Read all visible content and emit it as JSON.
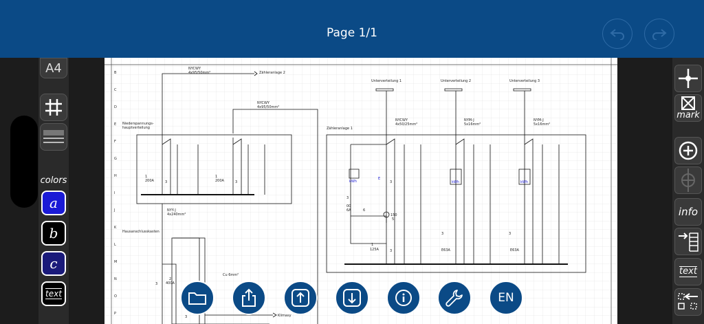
{
  "header": {
    "title": "Page 1/1",
    "undo_icon": "undo-arrow-icon",
    "redo_icon": "redo-arrow-icon"
  },
  "left_toolbar": {
    "page_size": "A4",
    "grid_icon": "grid-icon",
    "layout_icon": "page-layout-icon",
    "colors_label": "colors",
    "colors": [
      {
        "label": "a",
        "bg": "#1a1ad6",
        "border": "#ffffff"
      },
      {
        "label": "b",
        "bg": "#000000",
        "border": "#ffffff"
      },
      {
        "label": "c",
        "bg": "#1a1a7a",
        "border": "#ffffff"
      }
    ],
    "text_label": "text"
  },
  "right_toolbar": {
    "crosshair_icon": "crosshair-icon",
    "mark_label": "mark",
    "add_icon": "add-circle-icon",
    "component_icon": "component-icon",
    "info_label": "info",
    "import_icon": "import-list-icon",
    "text_label": "text",
    "swap_icon": "swap-icon"
  },
  "bottom_actions": [
    {
      "icon": "folder-icon"
    },
    {
      "icon": "share-icon"
    },
    {
      "icon": "upload-icon"
    },
    {
      "icon": "download-icon"
    },
    {
      "icon": "info-icon"
    },
    {
      "icon": "wrench-icon"
    },
    {
      "label": "EN"
    }
  ],
  "drawing": {
    "row_letters": [
      "B",
      "C",
      "D",
      "E",
      "F",
      "G",
      "H",
      "I",
      "J",
      "K",
      "L",
      "M",
      "N",
      "O",
      "P"
    ],
    "labels": {
      "nycwy1": "NYCWY",
      "nycwy1_size": "4x95/50mm²",
      "zaehler2": "Zähleranlage 2",
      "nycwy2": "NYCWY",
      "nycwy2_size": "4x95/50mm²",
      "nsp1": "Niederspannungs-",
      "nsp2": "hauptverteilung",
      "fuse1a": "1",
      "fuse1b": "200A",
      "fuse1c": "3",
      "fuse2a": "1",
      "fuse2b": "200A",
      "fuse2c": "3",
      "nyy": "NYY-J",
      "nyy_size": "4x240mm²",
      "hak": "Hausanschlusskasten",
      "fuse3a": "2",
      "fuse3b": "400A",
      "fuse3c": "3",
      "cu": "Cu 6mm²",
      "klima": "Klimasy",
      "uv1": "Unterverteilung 1",
      "uv2": "Unterverteilung 2",
      "uv3": "Unterverteilung 3",
      "nycwy3": "NYCWY",
      "nycwy3_size": "4x50/25mm²",
      "nymj1": "NYM-J",
      "nymj1_size": "5x16mm²",
      "nymj2": "NYM-J",
      "nymj2_size": "5x16mm²",
      "zaehler1": "Zähleranlage 1",
      "kwh1": "kWh",
      "kwh2": "kWh",
      "kwh3": "kWh",
      "ev": "E",
      "n3a": "3",
      "n3b": "3",
      "n00": "00",
      "n6a": "6A",
      "n6": "6",
      "n150": "150",
      "n5": "5",
      "n1": "1",
      "n125": "125A",
      "n3c": "3",
      "n3d": "3",
      "e63a1": "E63A",
      "n3e": "3",
      "e63a2": "E63A",
      "n3f": "3"
    }
  }
}
